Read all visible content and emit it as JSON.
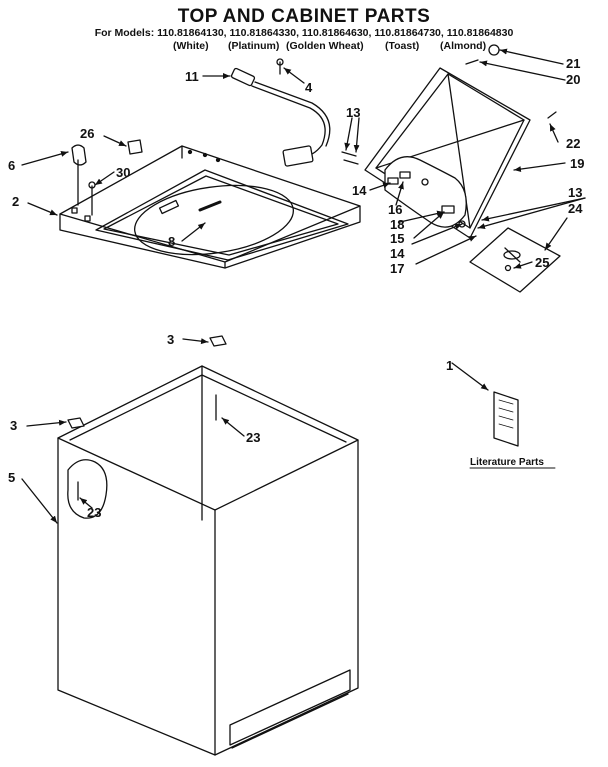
{
  "title": "TOP AND CABINET PARTS",
  "models_line": "For Models: 110.81864130, 110.81864330, 110.81864630, 110.81864730, 110.81864830",
  "colors": [
    "(White)",
    "(Platinum)",
    "(Golden Wheat)",
    "(Toast)",
    "(Almond)"
  ],
  "callouts": {
    "c1": "1",
    "c2": "2",
    "c3a": "3",
    "c3b": "3",
    "c4": "4",
    "c5": "5",
    "c6": "6",
    "c8": "8",
    "c11": "11",
    "c13a": "13",
    "c13b": "13",
    "c14a": "14",
    "c14b": "14",
    "c15": "15",
    "c16": "16",
    "c17": "17",
    "c18": "18",
    "c19": "19",
    "c20": "20",
    "c21": "21",
    "c22": "22",
    "c23a": "23",
    "c23b": "23",
    "c24": "24",
    "c25": "25",
    "c26": "26",
    "c30": "30"
  },
  "literature_label": "Literature Parts"
}
